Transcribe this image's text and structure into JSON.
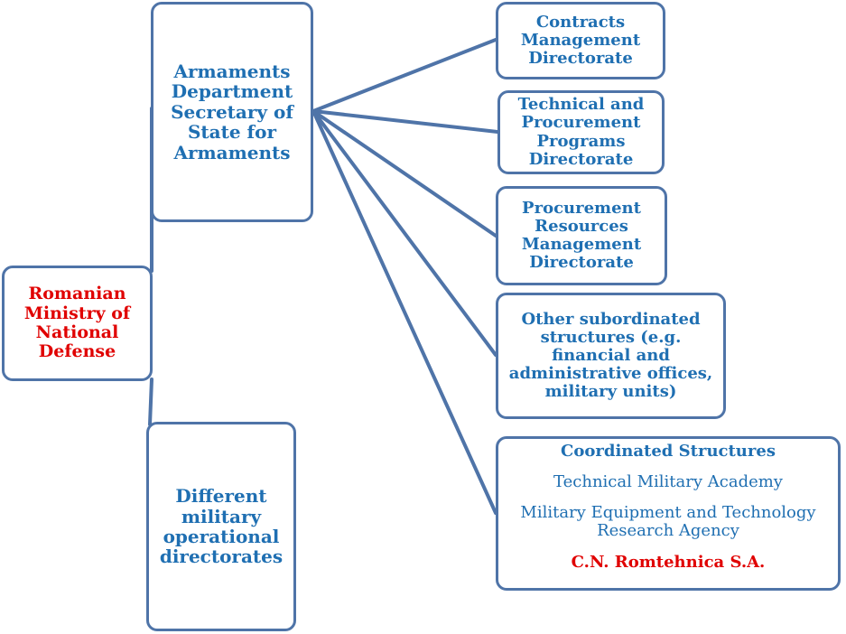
{
  "colors": {
    "border": "#4f74a8",
    "text_blue": "#1f6fb2",
    "text_red": "#e00000",
    "connector": "#4f74a8"
  },
  "nodes": {
    "root": "Romanian\nMinistry of\nNational\nDefense",
    "armaments": "Armaments\nDepartment\nSecretary of\nState for\nArmaments",
    "operational": "Different\nmilitary\noperational\ndirectorates",
    "contracts": "Contracts\nManagement\nDirectorate",
    "technical": "Technical and\nProcurement\nPrograms\nDirectorate",
    "resources": "Procurement\nResources\nManagement\nDirectorate",
    "other": "Other subordinated\nstructures (e.g.\nfinancial and\nadministrative offices,\nmilitary units)",
    "coordinated": {
      "title": "Coordinated Structures",
      "academy": "Technical Military Academy",
      "agency": "Military Equipment and Technology\nResearch Agency",
      "company": "C.N. Romtehnica S.A."
    }
  }
}
